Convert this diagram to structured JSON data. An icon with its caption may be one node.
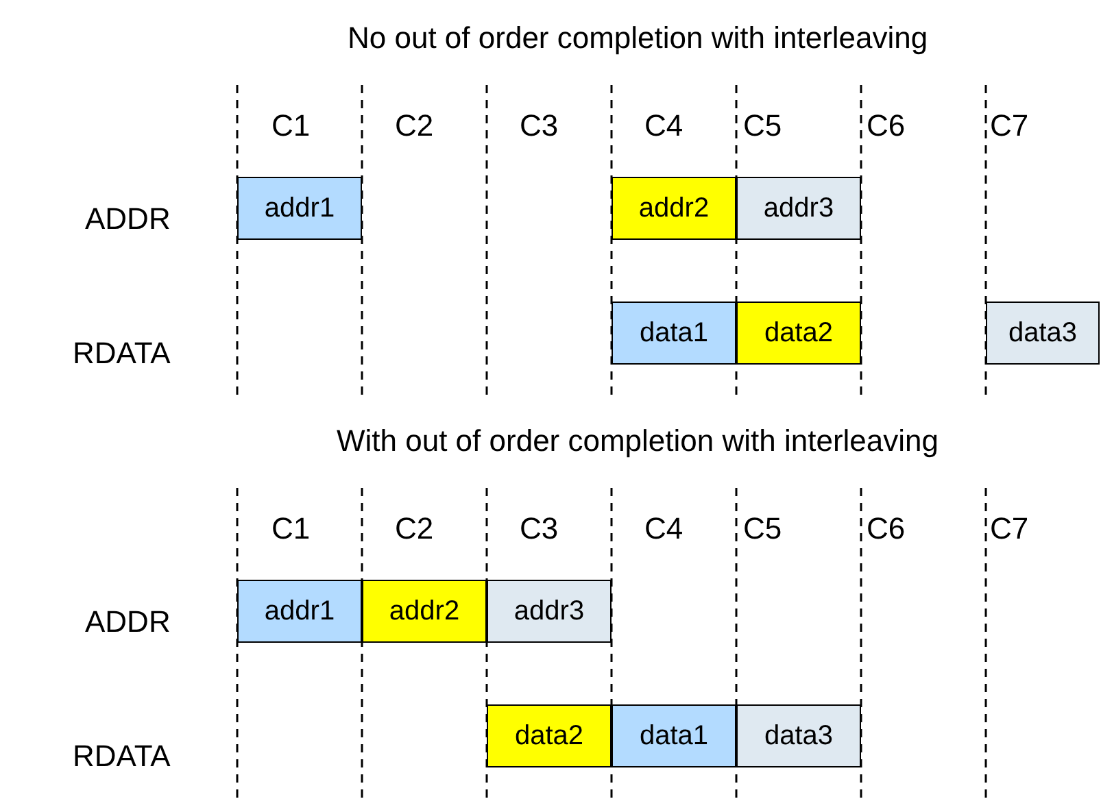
{
  "diagram": {
    "nodes": [
      {
        "text": [
          "addr1"
        ]
      },
      {
        "text": [
          "addr2"
        ]
      },
      {
        "text": [
          "addr3"
        ]
      },
      {
        "text": [
          "data1"
        ]
      },
      {
        "text": [
          "data2"
        ]
      },
      {
        "text": [
          "data3"
        ]
      },
      {
        "text": [
          "addr1"
        ]
      },
      {
        "text": [
          "addr2"
        ]
      },
      {
        "text": [
          "addr3"
        ]
      },
      {
        "text": [
          "data2"
        ]
      },
      {
        "text": [
          "data1"
        ]
      },
      {
        "text": [
          "data3"
        ]
      }
    ],
    "labels": [
      "No out of order completion with interleaving",
      "C1",
      "C2",
      "C3",
      "C4",
      "C5",
      "C6",
      "C7",
      "ADDR",
      "RDATA",
      "With out of order completion with interleaving",
      "C1",
      "C2",
      "C3",
      "C4",
      "C5",
      "C6",
      "C7",
      "ADDR",
      "RDATA"
    ]
  }
}
